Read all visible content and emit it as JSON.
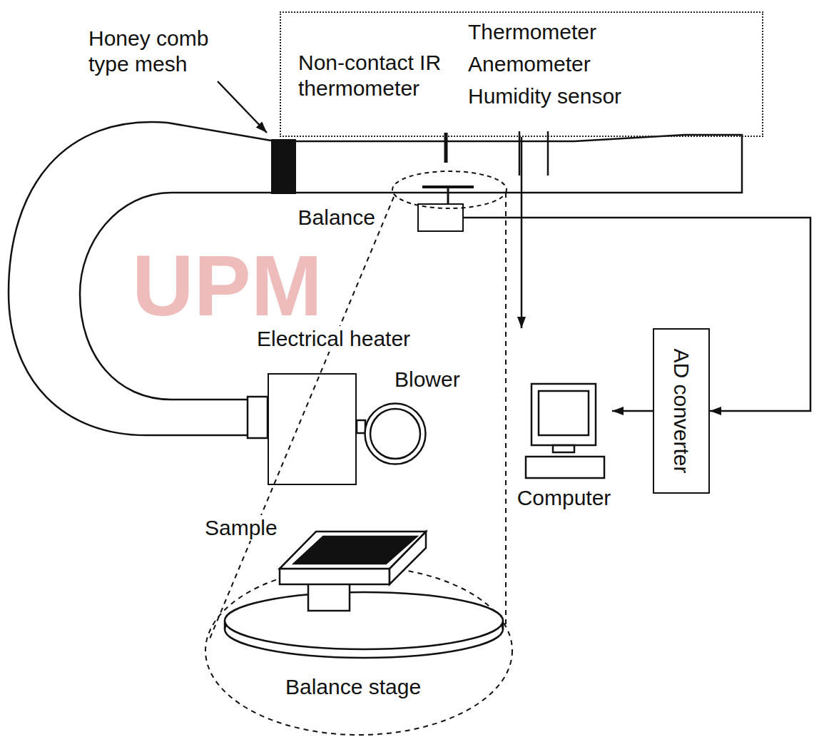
{
  "diagram": {
    "nodes": [
      {
        "text": [
          "Non-contact IR thermometer",
          "Thermometer Anemometer Humidity sensor"
        ]
      },
      {
        "text": [
          "Balance"
        ]
      },
      {
        "text": [
          "Electrical heater"
        ]
      },
      {
        "text": [
          "Blower"
        ]
      },
      {
        "text": [
          "Computer"
        ]
      },
      {
        "text": [
          "AD converter"
        ]
      }
    ],
    "edges": [
      {
        "from": 0,
        "to": 5,
        "arrow": "to"
      },
      {
        "from": 1,
        "to": 5,
        "arrow": "to"
      },
      {
        "from": 5,
        "to": 4,
        "arrow": "to"
      }
    ],
    "labels": [
      "Honey comb type mesh",
      "Sample",
      "Balance stage",
      "UPM"
    ]
  }
}
